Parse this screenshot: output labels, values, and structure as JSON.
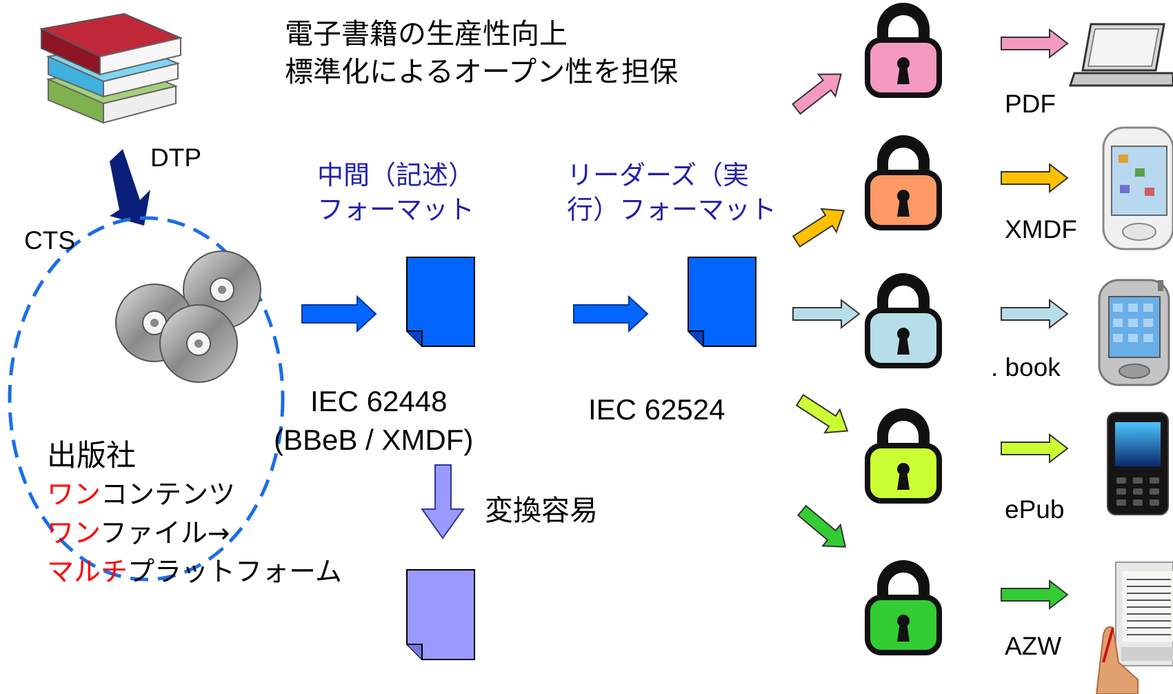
{
  "headline": {
    "line1": "電子書籍の生産性向上",
    "line2": "標準化によるオープン性を担保"
  },
  "labels": {
    "dtp": "DTP",
    "cts": "CTS"
  },
  "middle_format": {
    "line1": "中間（記述）",
    "line2": "フォーマット",
    "standard": "IEC 62448",
    "examples": "(BBeB / XMDF)"
  },
  "reader_format": {
    "line1": "リーダーズ（実",
    "line2": "行）フォーマット",
    "standard": "IEC 62524"
  },
  "conversion": {
    "label": "変換容易"
  },
  "publisher": {
    "title": "出版社",
    "line1_red": "ワン",
    "line1_rest": "コンテンツ",
    "line2_red": "ワン",
    "line2_rest": "ファイル→",
    "line3_red": "マルチ",
    "line3_rest": "プラットフォーム"
  },
  "outputs": [
    {
      "format": "PDF",
      "color": "#f49ac1",
      "device": "laptop-icon"
    },
    {
      "format": "XMDF",
      "color": "#ffc000",
      "device": "pda-icon"
    },
    {
      "format": ". book",
      "color": "#b7dde8",
      "device": "smartphone-icon"
    },
    {
      "format": "ePub",
      "color": "#ccff33",
      "device": "mobile-phone-icon"
    },
    {
      "format": "AZW",
      "color": "#33cc33",
      "device": "ebook-reader-icon"
    }
  ],
  "colors": {
    "file_blue": "#0066ff",
    "file_light": "#9999ff",
    "cts_dash": "#1a6ee8",
    "dtp_arrow": "#0a1f7a",
    "accent_red": "#ff0000",
    "label_blue": "#2222aa"
  }
}
